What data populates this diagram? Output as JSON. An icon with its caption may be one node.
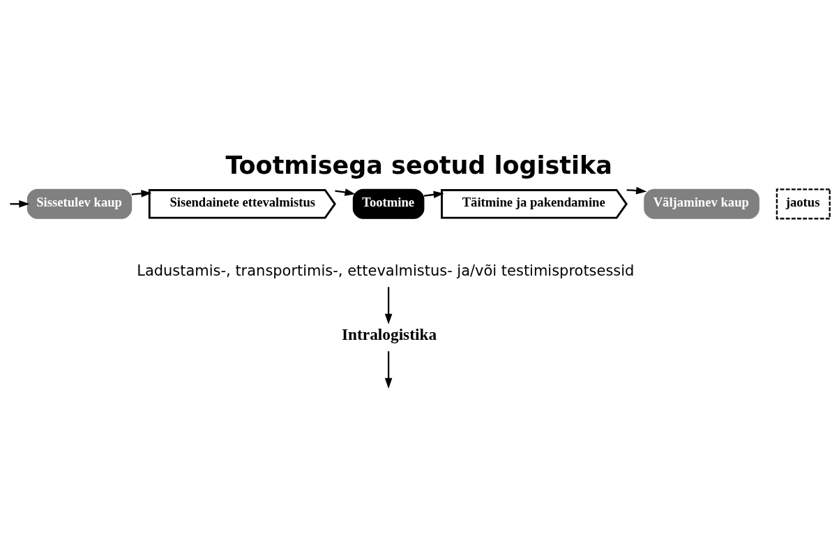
{
  "diagram": {
    "title": "Tootmisega seotud logistika",
    "nodes": [
      {
        "text": [
          "Sissetulev kaup"
        ]
      },
      {
        "text": [
          "Sisendainete ettevalmistus"
        ]
      },
      {
        "text": [
          "Tootmine"
        ]
      },
      {
        "text": [
          "Täitmine ja pakendamine"
        ]
      },
      {
        "text": [
          "Väljaminev kaup"
        ]
      },
      {
        "text": [
          "jaotus"
        ]
      },
      {
        "text": [
          "Ladustamis-, transportimis-, ettevalmistus- ja/või testimisprotsessid"
        ]
      },
      {
        "text": [
          "Intralogistika"
        ]
      }
    ],
    "edges": [
      {
        "from": null,
        "to": 0,
        "arrow": "to"
      },
      {
        "from": 0,
        "to": 1,
        "arrow": "to"
      },
      {
        "from": 1,
        "to": 2,
        "arrow": "to"
      },
      {
        "from": 2,
        "to": 3,
        "arrow": "to"
      },
      {
        "from": 3,
        "to": 4,
        "arrow": "to"
      },
      {
        "from": 6,
        "to": 7,
        "arrow": "to"
      },
      {
        "from": 7,
        "to": null,
        "arrow": "to"
      }
    ]
  }
}
